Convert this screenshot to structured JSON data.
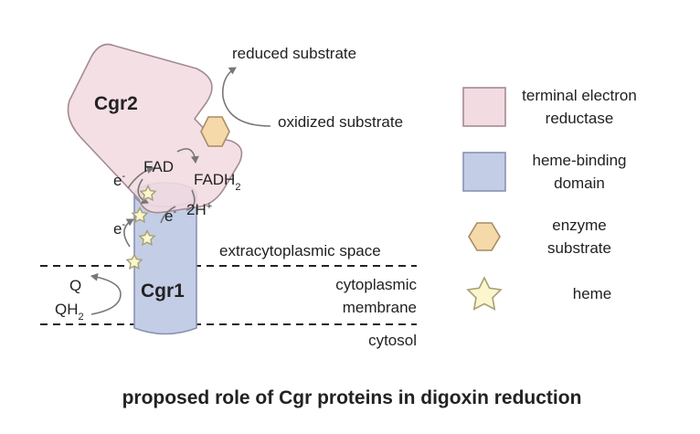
{
  "title": "proposed role of Cgr proteins in digoxin reduction",
  "proteins": {
    "cgr2": "Cgr2",
    "cgr1": "Cgr1"
  },
  "substrate_labels": {
    "reduced": "reduced substrate",
    "oxidized": "oxidized substrate"
  },
  "cofactors": {
    "fad": "FAD",
    "fadh2_base": "FADH",
    "fadh2_sub": "2",
    "protons": "2H",
    "protons_sup": "+"
  },
  "electron": {
    "symbol": "e",
    "sup": "-"
  },
  "quinone": {
    "q": "Q",
    "qh2_base": "QH",
    "qh2_sub": "2"
  },
  "compartments": {
    "extracytoplasmic": "extracytoplasmic space",
    "membrane_line1": "cytoplasmic",
    "membrane_line2": "membrane",
    "cytosol": "cytosol"
  },
  "legend": [
    {
      "line1": "terminal electron",
      "line2": "reductase",
      "icon": "pink-rounded-square"
    },
    {
      "line1": "heme-binding",
      "line2": "domain",
      "icon": "blue-rounded-square"
    },
    {
      "line1": "enzyme",
      "line2": "substrate",
      "icon": "orange-hexagon"
    },
    {
      "line1": "heme",
      "line2": "",
      "icon": "yellow-star"
    }
  ],
  "colors": {
    "reductase_fill": "#f2dbe1",
    "reductase_stroke": "#a48a92",
    "heme_domain_fill": "#c4cde6",
    "heme_domain_stroke": "#8893b2",
    "substrate_fill": "#f6d9a9",
    "substrate_stroke": "#a68c67",
    "heme_fill": "#fbf6cd",
    "heme_stroke": "#a6a176",
    "arrow": "#777777",
    "text": "#222222"
  }
}
